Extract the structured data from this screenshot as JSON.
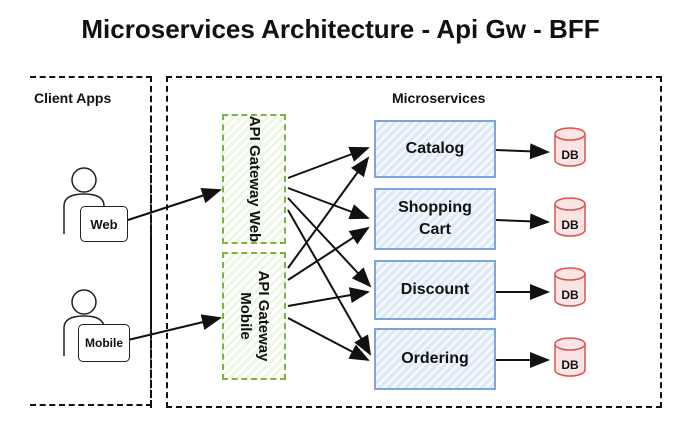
{
  "title": "Microservices Architecture - Api Gw - BFF",
  "sections": {
    "client_apps": "Client Apps",
    "microservices": "Microservices"
  },
  "clients": [
    {
      "label": "Web"
    },
    {
      "label": "Mobile"
    }
  ],
  "gateways": [
    {
      "label": "API Gateway Web"
    },
    {
      "label": "API Gateway Mobile"
    }
  ],
  "services": [
    {
      "label": "Catalog"
    },
    {
      "label": "Shopping Cart"
    },
    {
      "label": "Discount"
    },
    {
      "label": "Ordering"
    }
  ],
  "databases": [
    {
      "label": "DB"
    },
    {
      "label": "DB"
    },
    {
      "label": "DB"
    },
    {
      "label": "DB"
    }
  ],
  "colors": {
    "gateway_border": "#7cb342",
    "service_border": "#7ea6d6",
    "db_stroke": "#d9534f"
  }
}
